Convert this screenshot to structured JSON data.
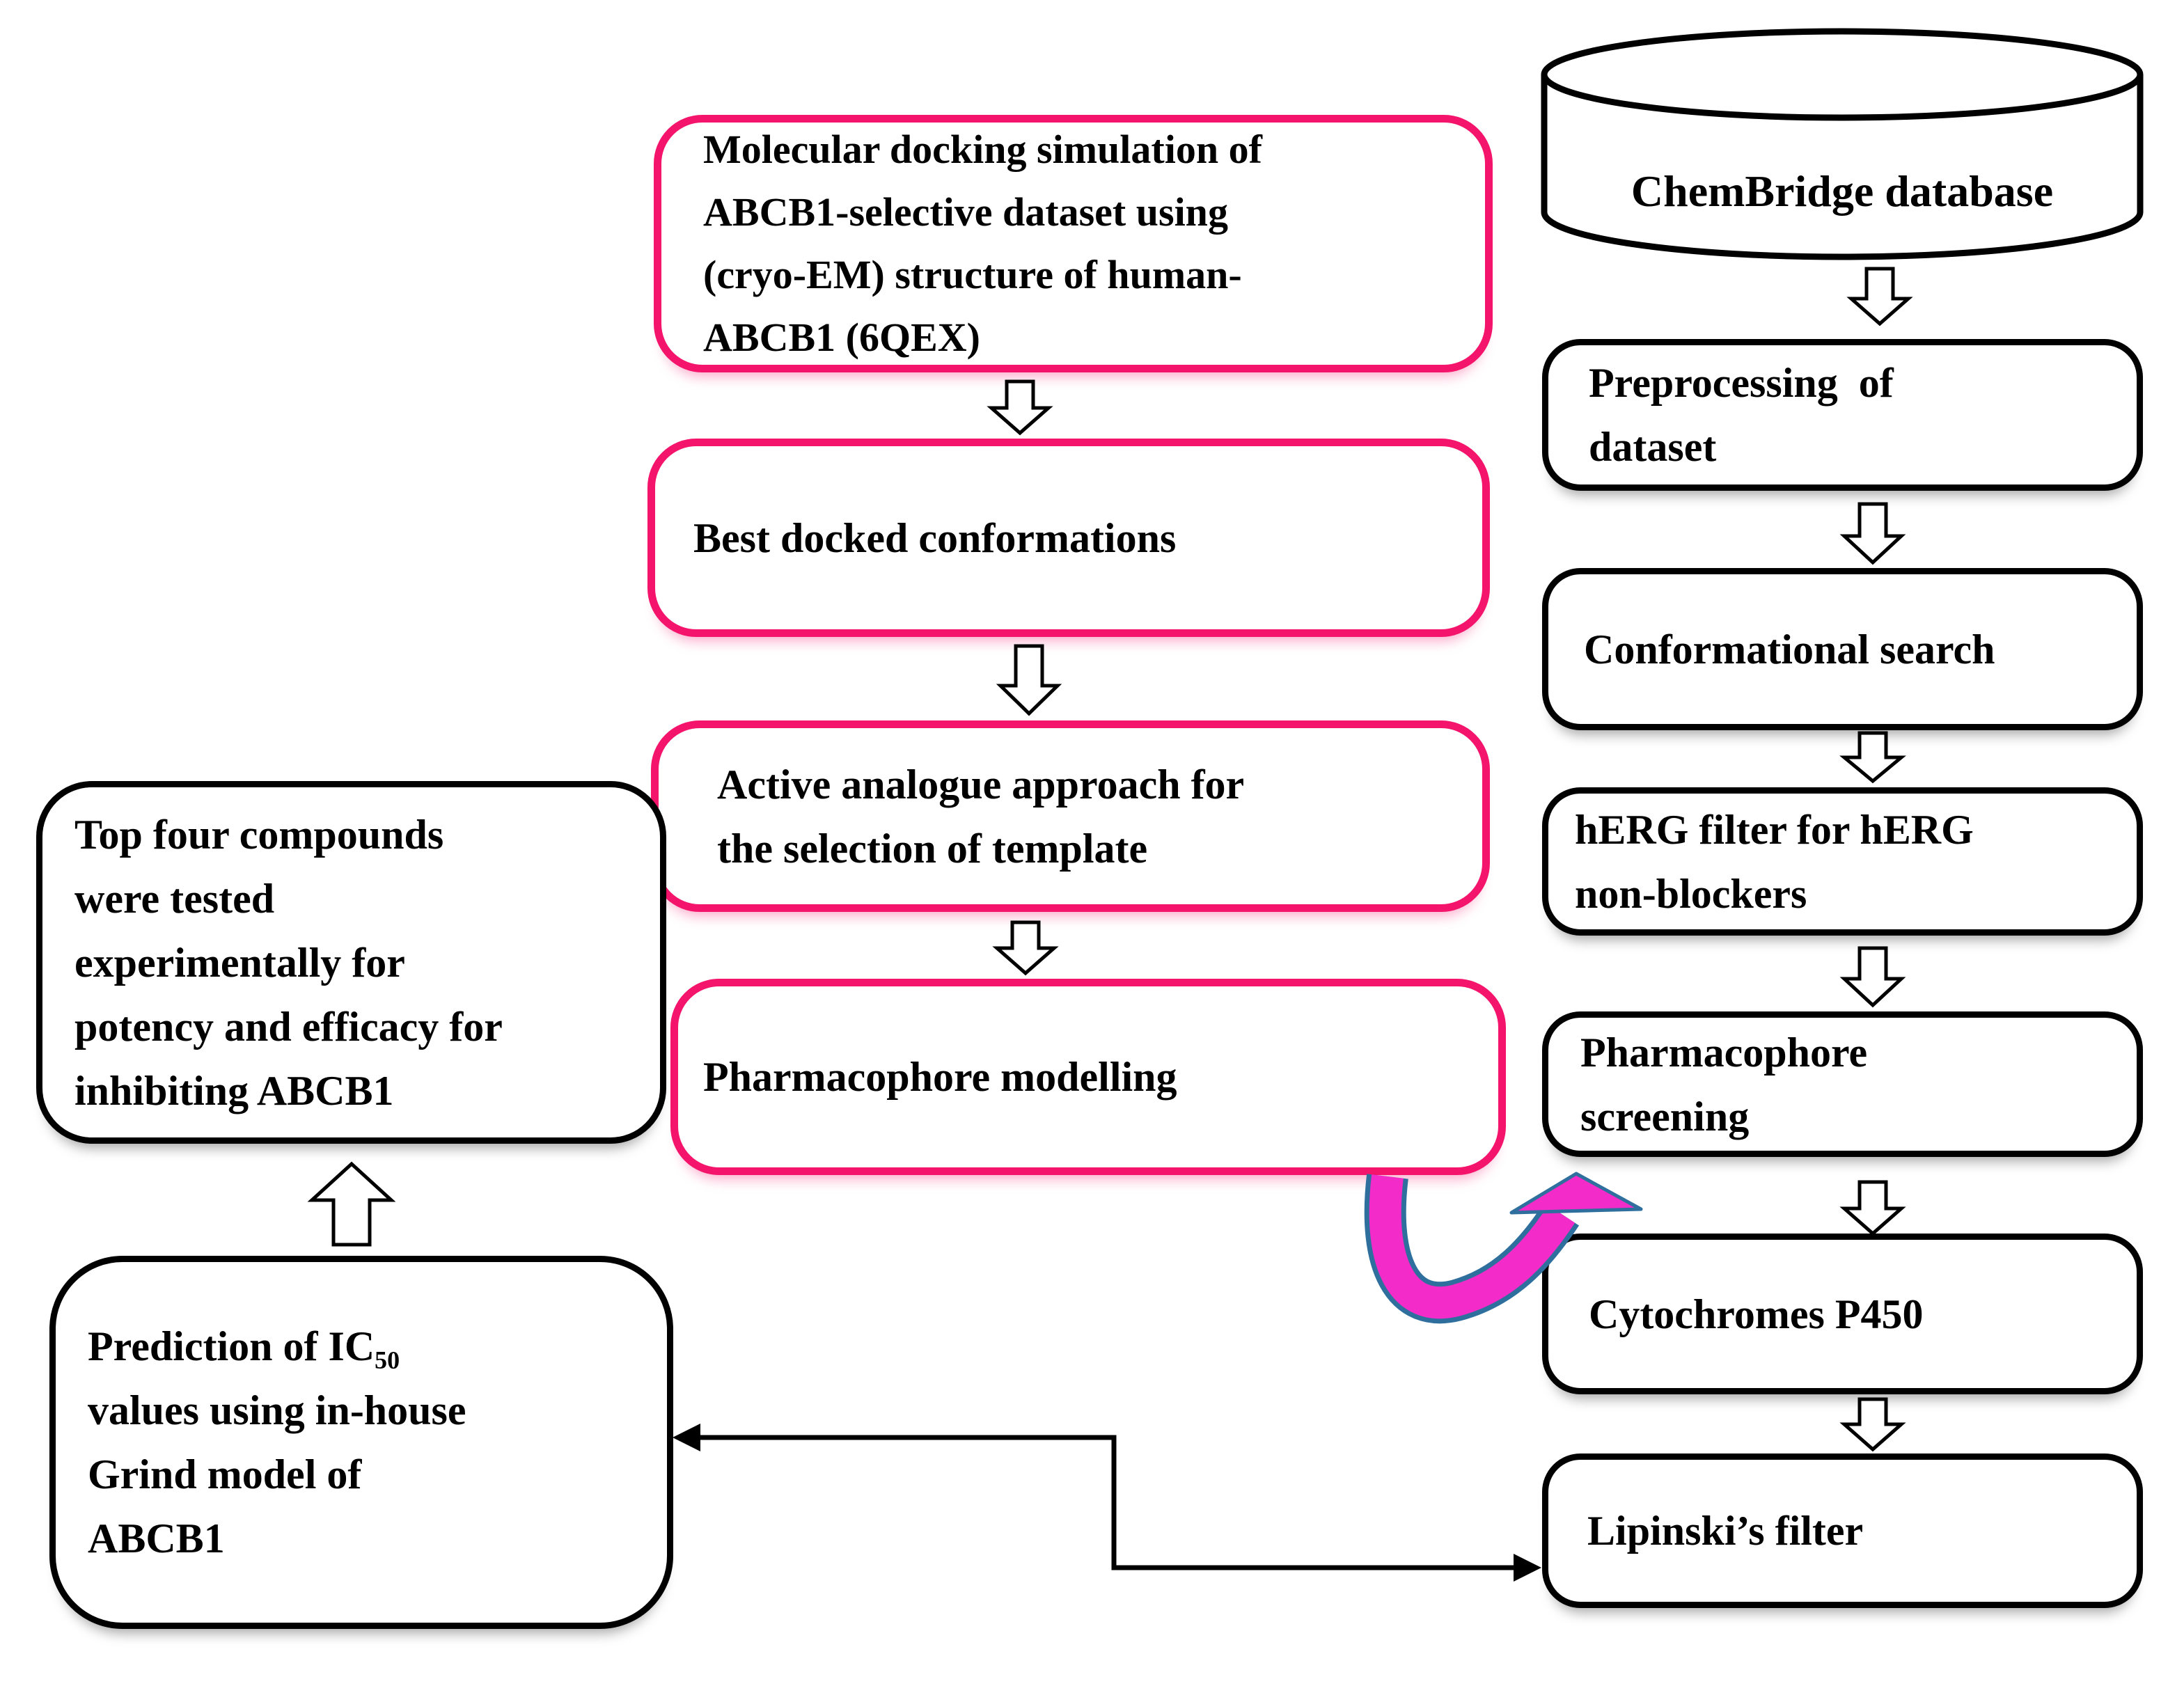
{
  "diagram_title": "ABCB1 virtual screening workflow flowchart",
  "colors": {
    "background": "#FFFFFF",
    "black_box_border": "#000000",
    "pink_box_border": "#F5146B",
    "magenta_curved_arrow": "#F32BC8",
    "curved_arrow_outline": "#2E6F9E",
    "text": "#000000"
  },
  "nodes": {
    "docking": {
      "label": "Molecular docking simulation of\nABCB1-selective dataset using\n(cryo-EM) structure of human-\nABCB1 (6QEX)"
    },
    "best_docked": {
      "label": "Best docked conformations"
    },
    "active_analogue": {
      "label": "Active analogue approach for\nthe selection of template"
    },
    "pharmacophore_modelling": {
      "label": "Pharmacophore modelling"
    },
    "chembridge": {
      "label": "ChemBridge database"
    },
    "preprocessing": {
      "label": "Preprocessing  of\ndataset"
    },
    "conformational_search": {
      "label": "Conformational search"
    },
    "herg_filter": {
      "label": "hERG filter for hERG\nnon-blockers"
    },
    "pharmacophore_screening": {
      "label": "Pharmacophore\nscreening"
    },
    "cytochromes": {
      "label": "Cytochromes P450"
    },
    "lipinski": {
      "label": "Lipinski’s filter"
    },
    "top_four": {
      "label": "Top four compounds\nwere tested\nexperimentally for\npotency and efficacy for\ninhibiting ABCB1"
    },
    "ic50_prediction": {
      "label": "Prediction of IC₅₀\nvalues using in-house\nGrind model of\nABCB1"
    }
  }
}
